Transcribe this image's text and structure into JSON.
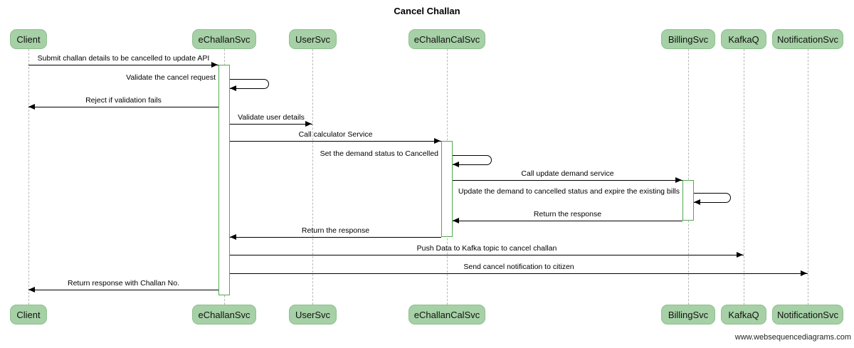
{
  "title": "Cancel Challan",
  "footer": "www.websequencediagrams.com",
  "diagram_type": "sequence",
  "colors": {
    "actor_fill": "#a6d0a6",
    "actor_border": "#8fbf8f",
    "activation_border": "#52a852",
    "lifeline": "#b9b9b9",
    "arrow": "#000000",
    "background": "#ffffff"
  },
  "actors": [
    "Client",
    "eChallanSvc",
    "UserSvc",
    "eChallanCalSvc",
    "BillingSvc",
    "KafkaQ",
    "NotificationSvc"
  ],
  "messages": [
    {
      "from": "Client",
      "to": "eChallanSvc",
      "kind": "call",
      "label": "Submit challan details to be cancelled to update API"
    },
    {
      "from": "eChallanSvc",
      "to": "eChallanSvc",
      "kind": "self",
      "label": "Validate the cancel request"
    },
    {
      "from": "eChallanSvc",
      "to": "Client",
      "kind": "return",
      "label": "Reject if validation fails"
    },
    {
      "from": "eChallanSvc",
      "to": "UserSvc",
      "kind": "call",
      "label": "Validate user details"
    },
    {
      "from": "eChallanSvc",
      "to": "eChallanCalSvc",
      "kind": "call",
      "label": "Call calculator Service"
    },
    {
      "from": "eChallanCalSvc",
      "to": "eChallanCalSvc",
      "kind": "self",
      "label": "Set the demand status to Cancelled"
    },
    {
      "from": "eChallanCalSvc",
      "to": "BillingSvc",
      "kind": "call",
      "label": "Call update demand service"
    },
    {
      "from": "BillingSvc",
      "to": "BillingSvc",
      "kind": "self",
      "label": "Update the demand to cancelled status and expire the existing bills"
    },
    {
      "from": "BillingSvc",
      "to": "eChallanCalSvc",
      "kind": "return",
      "label": "Return the response"
    },
    {
      "from": "eChallanCalSvc",
      "to": "eChallanSvc",
      "kind": "return",
      "label": "Return the response"
    },
    {
      "from": "eChallanSvc",
      "to": "KafkaQ",
      "kind": "call",
      "label": "Push Data to Kafka topic to cancel challan"
    },
    {
      "from": "eChallanSvc",
      "to": "NotificationSvc",
      "kind": "call",
      "label": "Send cancel notification to citizen"
    },
    {
      "from": "eChallanSvc",
      "to": "Client",
      "kind": "return",
      "label": "Return response with Challan No."
    }
  ]
}
